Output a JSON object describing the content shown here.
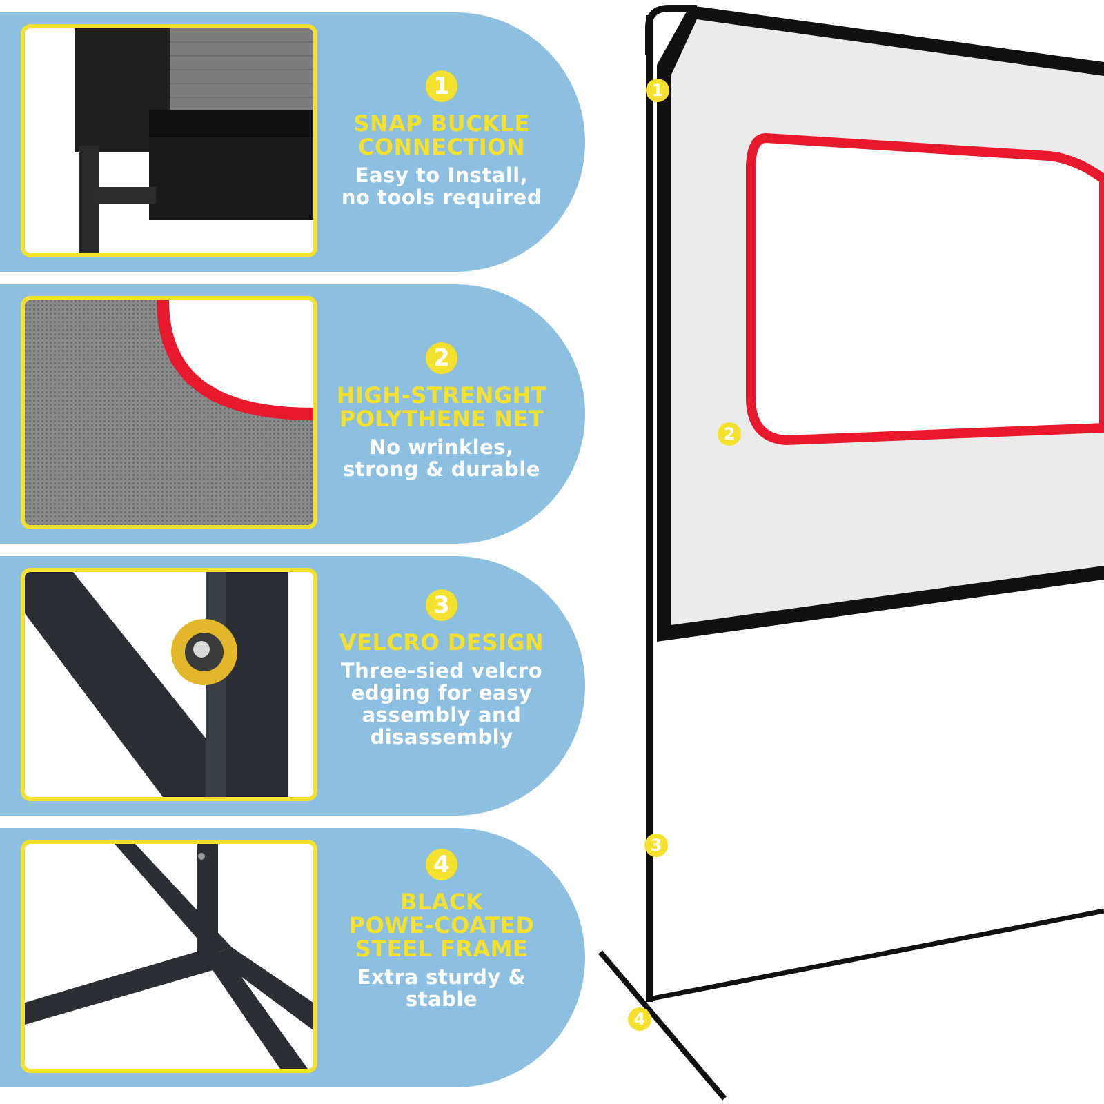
{
  "colors": {
    "panel_bg": "#8cbfe0",
    "accent_yellow": "#f3e12e",
    "text_white": "#ffffff",
    "net_red": "#e8192c",
    "frame_black": "#1a1a1a"
  },
  "features": [
    {
      "number": "1",
      "title": "SNAP BUCKLE\nCONNECTION",
      "description": "Easy to Install,\nno tools required",
      "image_icon": "snap-buckle-closeup-photo"
    },
    {
      "number": "2",
      "title": "HIGH-STRENGHT\nPOLYTHENE NET",
      "description": "No wrinkles,\nstrong & durable",
      "image_icon": "net-mesh-closeup-photo"
    },
    {
      "number": "3",
      "title": "VELCRO DESIGN",
      "description": "Three-sied velcro\nedging for easy\nassembly and\ndisassembly",
      "image_icon": "frame-joint-closeup-photo"
    },
    {
      "number": "4",
      "title": "BLACK\nPOWE-COATED\nSTEEL FRAME",
      "description": "Extra sturdy & stable",
      "image_icon": "frame-base-closeup-photo"
    }
  ],
  "product_markers": [
    "1",
    "2",
    "3",
    "4"
  ]
}
